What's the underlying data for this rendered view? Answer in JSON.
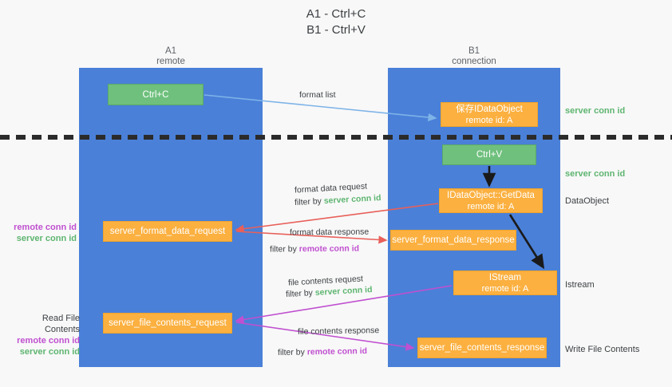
{
  "title": {
    "line1": "A1 - Ctrl+C",
    "line2": "B1 - Ctrl+V"
  },
  "columns": {
    "a1": {
      "name": "A1",
      "role": "remote"
    },
    "b1": {
      "name": "B1",
      "role": "connection"
    }
  },
  "nodes": {
    "ctrl_c": {
      "label": "Ctrl+C",
      "color": "#6fc07d"
    },
    "save_idataobject": {
      "line1": "保存IDataObject",
      "line2": "remote id: A",
      "color": "#fbb040"
    },
    "ctrl_v": {
      "label": "Ctrl+V",
      "color": "#6fc07d"
    },
    "getdata": {
      "line1": "IDataObject::GetData",
      "line2": "remote id: A",
      "color": "#fbb040"
    },
    "server_format_data_request": {
      "label": "server_format_data_request",
      "color": "#fbb040"
    },
    "server_format_data_response": {
      "label": "server_format_data_response",
      "color": "#fbb040"
    },
    "istream": {
      "line1": "IStream",
      "line2": "remote id: A",
      "color": "#fbb040"
    },
    "server_file_contents_request": {
      "label": "server_file_contents_request",
      "color": "#fbb040"
    },
    "server_file_contents_response": {
      "label": "server_file_contents_response",
      "color": "#fbb040"
    }
  },
  "arrow_labels": {
    "format_list": "format list",
    "format_data_request": "format data request",
    "format_data_request_filter_prefix": "filter by ",
    "format_data_request_filter_key": "server conn id",
    "format_data_response": "format data response",
    "format_data_response_filter_prefix": "filter by ",
    "format_data_response_filter_key": "remote conn id",
    "file_contents_request": "file contents request",
    "file_contents_request_filter_prefix": "filter by ",
    "file_contents_request_filter_key": "server conn id",
    "file_contents_response": "file contents response",
    "file_contents_response_filter_prefix": "filter by ",
    "file_contents_response_filter_key": "remote conn id"
  },
  "right_labels": {
    "server_conn_id_top": "server conn id",
    "server_conn_id_mid": "server conn id",
    "dataobject": "DataObject",
    "istream": "Istream",
    "write_file_contents": "Write File Contents"
  },
  "left_labels": {
    "remote_conn_id_1": "remote conn id",
    "server_conn_id_1": "server conn id",
    "read_file_contents": "Read File Contents",
    "remote_conn_id_2": "remote conn id",
    "server_conn_id_2": "server conn id"
  },
  "colors": {
    "lane": "#4a80d8",
    "green": "#6fc07d",
    "orange": "#fbb040",
    "green_text": "#5eb570",
    "magenta_text": "#c050d0",
    "arrow_blue": "#7eb3e8",
    "arrow_red": "#e8605a",
    "arrow_magenta": "#c050d0",
    "arrow_black": "#1a1a1a",
    "background": "#f8f8f8"
  }
}
